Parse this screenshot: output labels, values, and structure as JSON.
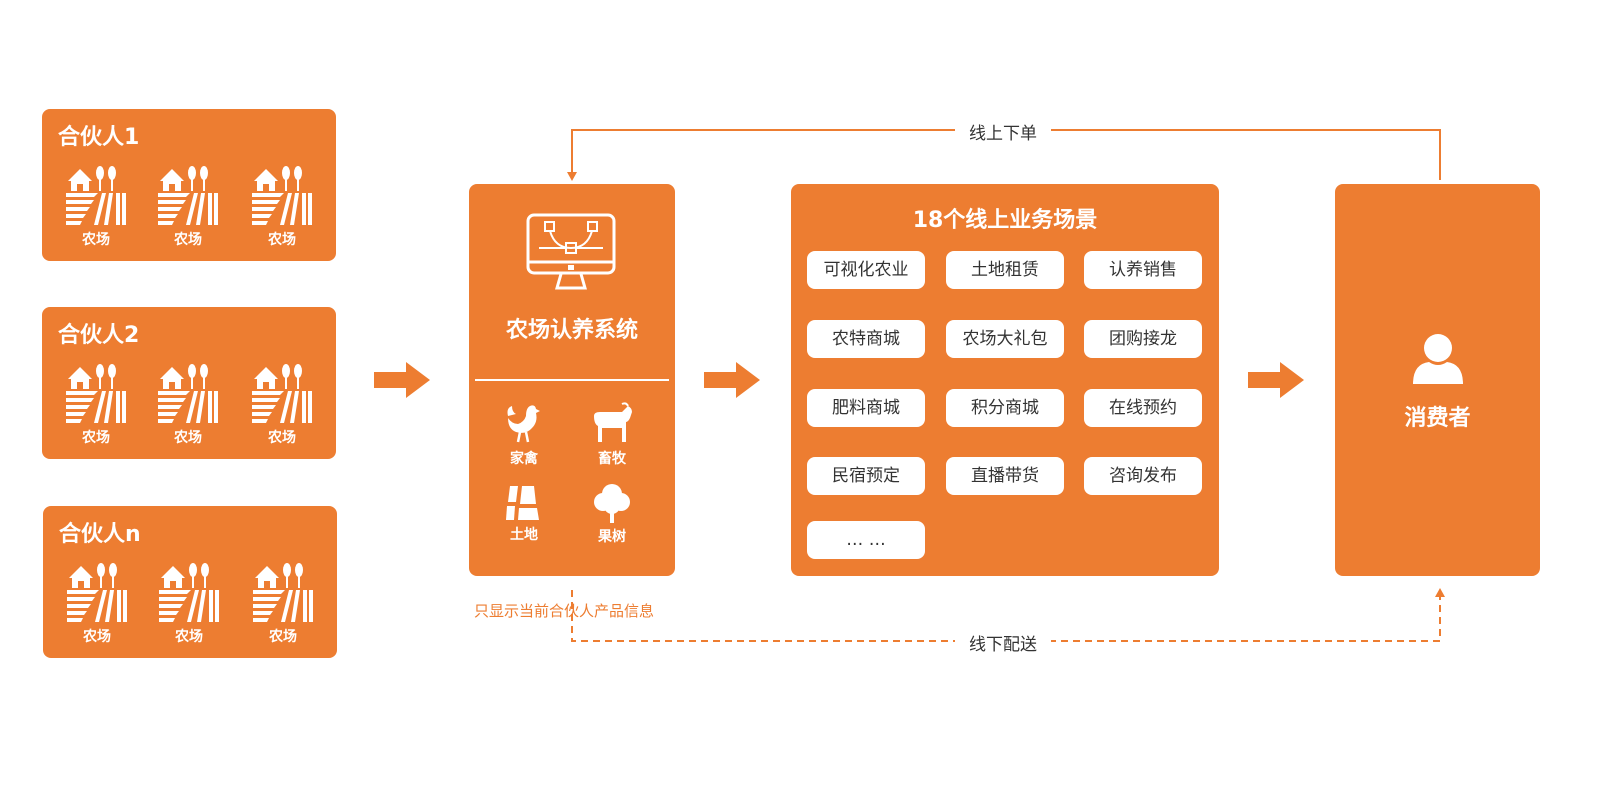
{
  "partners": [
    {
      "title": "合伙人1",
      "farms": [
        "农场",
        "农场",
        "农场"
      ]
    },
    {
      "title": "合伙人2",
      "farms": [
        "农场",
        "农场",
        "农场"
      ]
    },
    {
      "title": "合伙人n",
      "farms": [
        "农场",
        "农场",
        "农场"
      ]
    }
  ],
  "system": {
    "title": "农场认养系统",
    "categories": [
      "家禽",
      "畜牧",
      "土地",
      "果树"
    ],
    "note": "只显示当前合伙人产品信息"
  },
  "scenes": {
    "title": "18个线上业务场景",
    "items": [
      "可视化农业",
      "土地租赁",
      "认养销售",
      "农特商城",
      "农场大礼包",
      "团购接龙",
      "肥料商城",
      "积分商城",
      "在线预约",
      "民宿预定",
      "直播带货",
      "咨询发布",
      "…  …"
    ]
  },
  "consumer": {
    "label": "消费者"
  },
  "flows": {
    "online": "线上下单",
    "offline": "线下配送"
  },
  "colors": {
    "accent": "#ED7D31",
    "text": "#333333"
  }
}
